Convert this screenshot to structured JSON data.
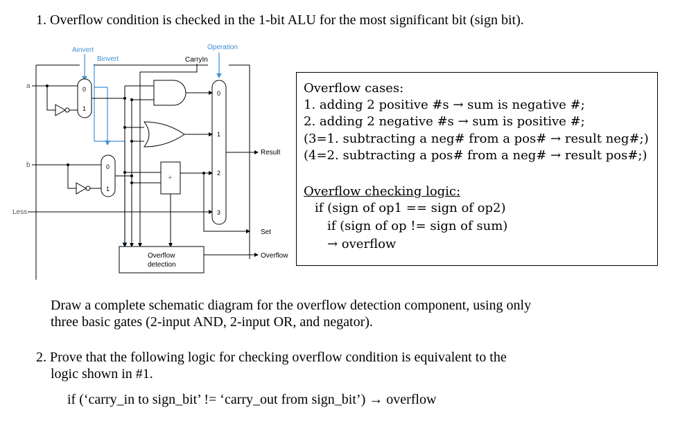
{
  "q1": {
    "text": "1. Overflow condition is checked in the 1-bit ALU for the most significant bit (sign bit)."
  },
  "diagram": {
    "labels": {
      "ainvert": "Ainvert",
      "binvert": "Binvert",
      "operation": "Operation",
      "carryin": "CarryIn",
      "a": "a",
      "b": "b",
      "less": "Less",
      "mux_a0": "0",
      "mux_a1": "1",
      "mux_b0": "0",
      "mux_b1": "1",
      "mux_op0": "0",
      "mux_op1": "1",
      "mux_op2": "2",
      "mux_op3": "3",
      "adder": "+",
      "result": "Result",
      "set": "Set",
      "overflow": "Overflow",
      "ovf_line1": "Overflow",
      "ovf_line2": "detection"
    },
    "colors": {
      "signal_line": "#3d8fd6",
      "wire": "#000000"
    }
  },
  "box": {
    "title": "Overflow cases:",
    "cases": [
      "1. adding 2 positive #s → sum is negative #;",
      "2. adding 2 negative #s → sum is positive #;",
      "(3=1. subtracting a neg# from a pos# → result neg#;)",
      "(4=2. subtracting a pos# from a neg# → result pos#;)"
    ],
    "logic_title": "Overflow checking logic:",
    "logic": [
      "if (sign of op1 == sign of op2)",
      "if (sign of op != sign of sum)",
      "→ overflow"
    ]
  },
  "instructions": {
    "line1": "Draw a complete schematic diagram for the overflow detection component, using only",
    "line2": "three basic gates (2-input AND, 2-input OR, and negator)."
  },
  "q2": {
    "line1": "2. Prove that the following logic for checking overflow condition is equivalent to the",
    "line2": "logic shown in #1.",
    "line3": "if (‘carry_in to sign_bit’ != ‘carry_out from sign_bit’) → overflow"
  }
}
